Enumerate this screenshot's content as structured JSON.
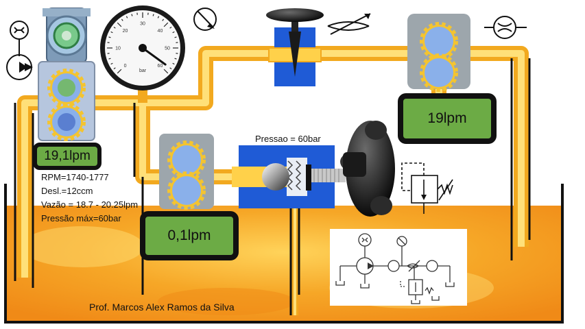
{
  "readouts": {
    "pump_flow": "19,1lpm",
    "relief_flow": "0,1lpm",
    "throttle_flow": "19lpm"
  },
  "pump_specs": [
    "RPM=1740-1777",
    "Desl.=12ccm",
    "Vazão = 18.7 - 20.25lpm",
    "Pressão máx=60bar"
  ],
  "relief_label": "Pressao = 60bar",
  "gauge": {
    "unit": "bar",
    "ticks": [
      "0",
      "10",
      "20",
      "30",
      "40",
      "50",
      "60"
    ],
    "reading": 58
  },
  "credit": "Prof. Marcos Alex Ramos da Silva",
  "colors": {
    "oil": "#f6b52e",
    "oil_light": "#ffdf6b",
    "tank_oil": "#f4a424",
    "flow_box": "#6cab45",
    "valve_blue": "#1f5bd6",
    "gear_blue": "#8ab0ea",
    "gear_teeth": "#f4c430",
    "housing_grey": "#9da6ac"
  }
}
